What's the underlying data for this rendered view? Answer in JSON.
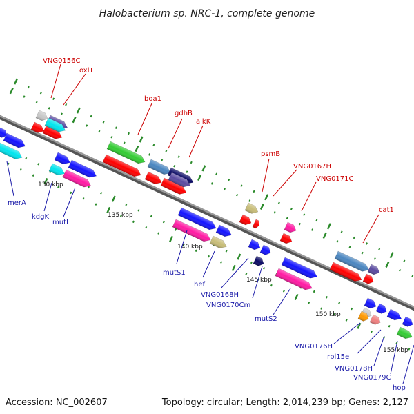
{
  "header": {
    "title": "Halobacterium sp. NRC-1, complete genome"
  },
  "footer": {
    "accession": "Accession: NC_002607",
    "summary": "Topology: circular; Length: 2,014,239 bp; Genes: 2,127"
  },
  "ticks": [
    "130 kbp",
    "135 kbp",
    "140 kbp",
    "145 kbp",
    "150 kbp",
    "155 kbp"
  ],
  "genes_top": [
    "VNG0156C",
    "oxlT",
    "boa1",
    "gdhB",
    "alkK",
    "psmB",
    "VNG0167H",
    "VNG0171C",
    "cat1"
  ],
  "genes_bottom": [
    "merA",
    "kdgK",
    "mutL",
    "mutS1",
    "hef",
    "VNG0168H",
    "VNG0170Cm",
    "mutS2",
    "VNG0176H",
    "rpl15e",
    "VNG0178H",
    "VNG0179C",
    "hop"
  ],
  "colors": {
    "red": "#ff0000",
    "blue": "#1414ff",
    "cyan": "#00e5ee",
    "green": "#33cc33",
    "pink": "#ff1aa3",
    "steelblue": "#4a86c0",
    "navy": "#0b0b66",
    "purple": "#5a4aa0",
    "khaki": "#c8bd78",
    "orange": "#ff9900",
    "salmon": "#f08080",
    "gray": "#c8c8c8",
    "backbone": "#8a8a8a",
    "tick_green": "#2a8a2a"
  }
}
